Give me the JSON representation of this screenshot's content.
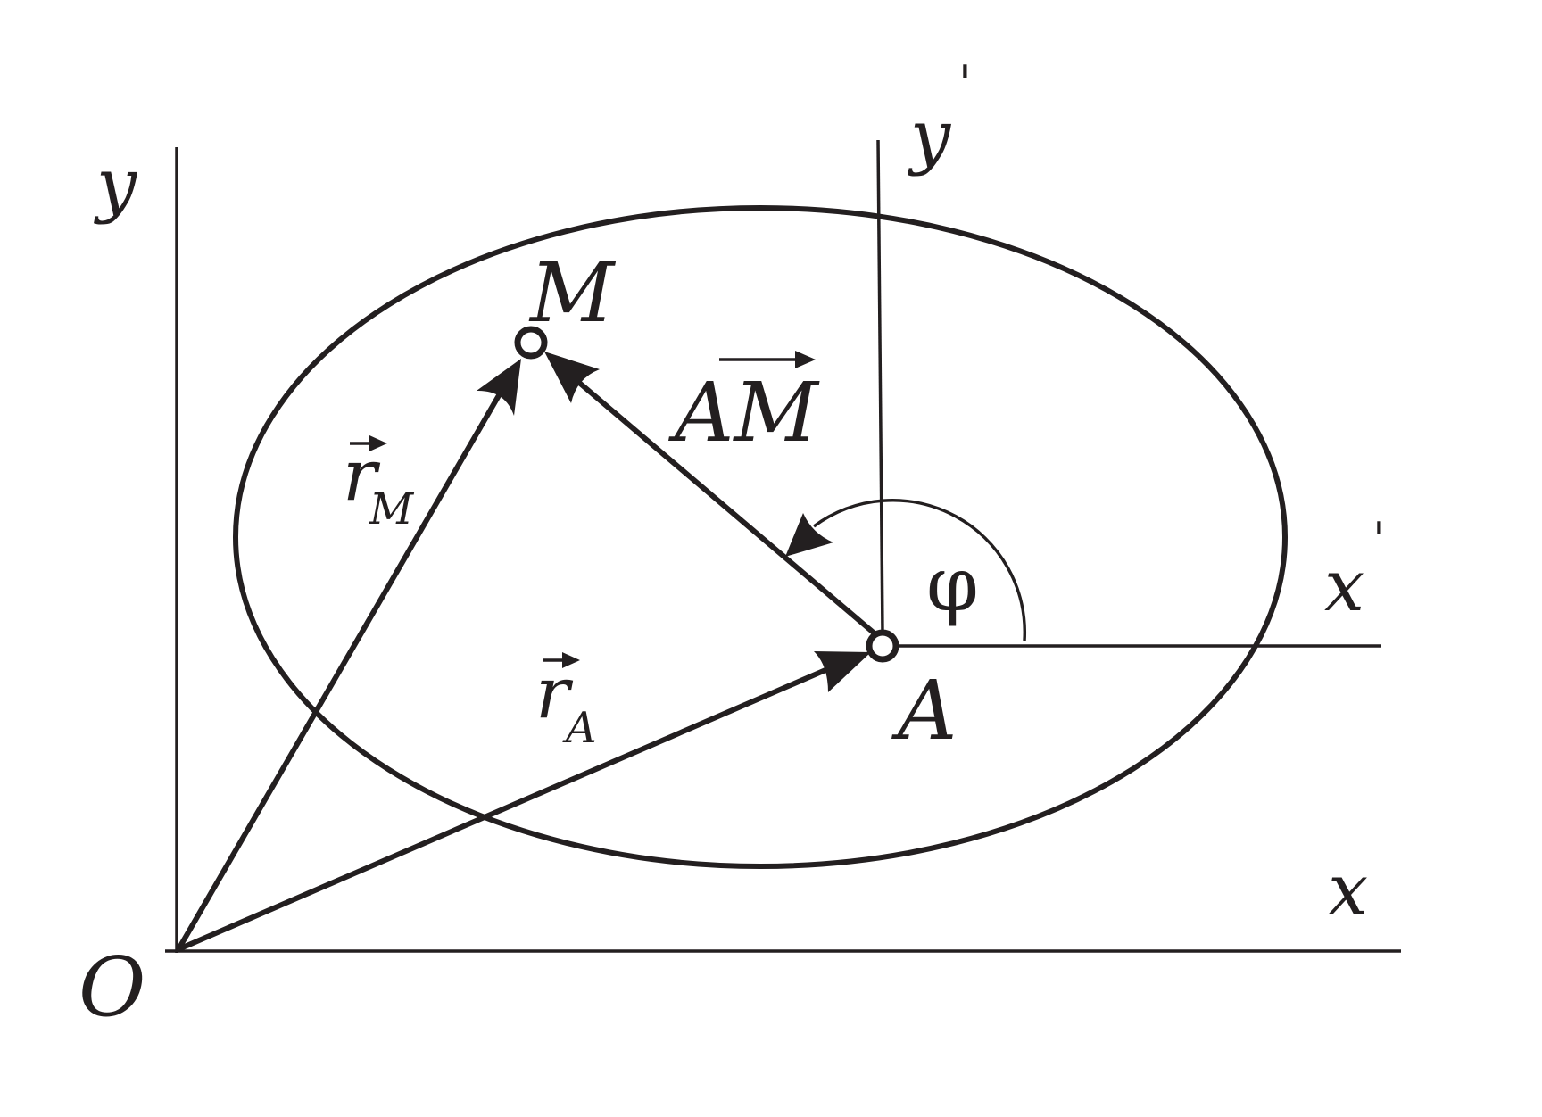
{
  "labels": {
    "O": "O",
    "x": "x",
    "y": "y",
    "x_prime": "x",
    "y_prime": "y",
    "prime": "'",
    "M": "M",
    "A": "A",
    "AM": "AM",
    "r": "r",
    "sub_M": "M",
    "sub_A": "A",
    "phi": "φ"
  },
  "colors": {
    "ink": "#231f20",
    "background": "#ffffff"
  }
}
